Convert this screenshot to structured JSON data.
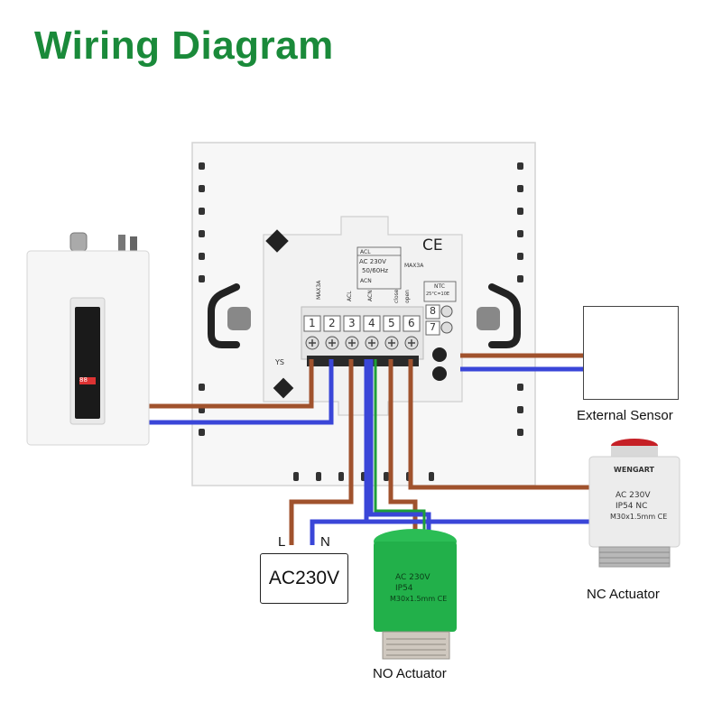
{
  "title": "Wiring Diagram",
  "terminal_numbers": [
    "1",
    "2",
    "3",
    "4",
    "5",
    "6",
    "7",
    "8"
  ],
  "board_labels": {
    "ce": "CE",
    "acl": "ACL",
    "ac230": "AC 230V",
    "freq": "50/60Hz",
    "acn": "ACN",
    "max3a": "MAX3A",
    "max3a_vertical": "MAX3A",
    "acl_vertical": "ACL",
    "acn_vertical": "ACN",
    "close": "close",
    "open": "open",
    "ntc": "NTC",
    "ntc_spec": "25°C=10E",
    "ys": "YS"
  },
  "power_box": {
    "label": "AC230V",
    "l": "L",
    "n": "N"
  },
  "no_actuator": {
    "caption": "NO Actuator",
    "line1": "AC 230V",
    "line2": "IP54",
    "line3": "M30x1.5mm CE"
  },
  "nc_actuator": {
    "caption": "NC Actuator",
    "brand": "WENGART",
    "line1": "AC 230V",
    "line2": "IP54 NC",
    "line3": "M30x1.5mm CE"
  },
  "sensor": {
    "caption": "External Sensor"
  },
  "boiler": {
    "display": "88"
  },
  "colors": {
    "title": "#1a8a3a",
    "live": "#a0522d",
    "neutral": "#3a46d8",
    "earth": "#1e9e3a",
    "no_actuator": "#22b04a",
    "nc_actuator": "#e8e8e8"
  }
}
